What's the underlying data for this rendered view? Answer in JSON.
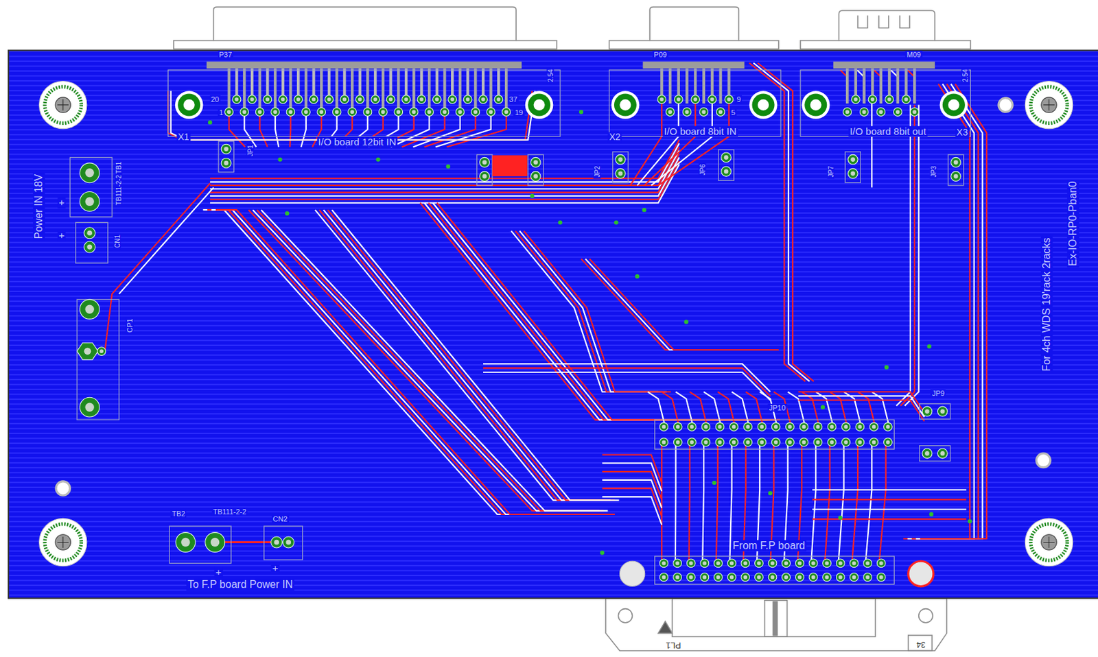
{
  "diagram": {
    "labels": [
      "P37",
      "20",
      "1",
      "37",
      "19",
      "2.54",
      "X1",
      "I/O board 12bit IN",
      "JP1",
      "P09",
      "9",
      "5",
      "X2",
      "I/O board 8bit IN",
      "JP2",
      "JP6",
      "M09",
      "2.54",
      "I/O board 8bit out",
      "X3",
      "JP7",
      "JP3",
      "Power IN 18V",
      "TB1",
      "TB111-2-2",
      "+",
      "+",
      "CN1",
      "CP1",
      "TB2",
      "TB111-2-2",
      "CN2",
      "+",
      "+",
      "To F.P board Power IN",
      "JP10",
      "JP9",
      "From F.P board",
      "PL1",
      "34",
      "For 4ch WDS 19'rack 2racks",
      "Ex-IO-RP0-Pban0"
    ]
  }
}
